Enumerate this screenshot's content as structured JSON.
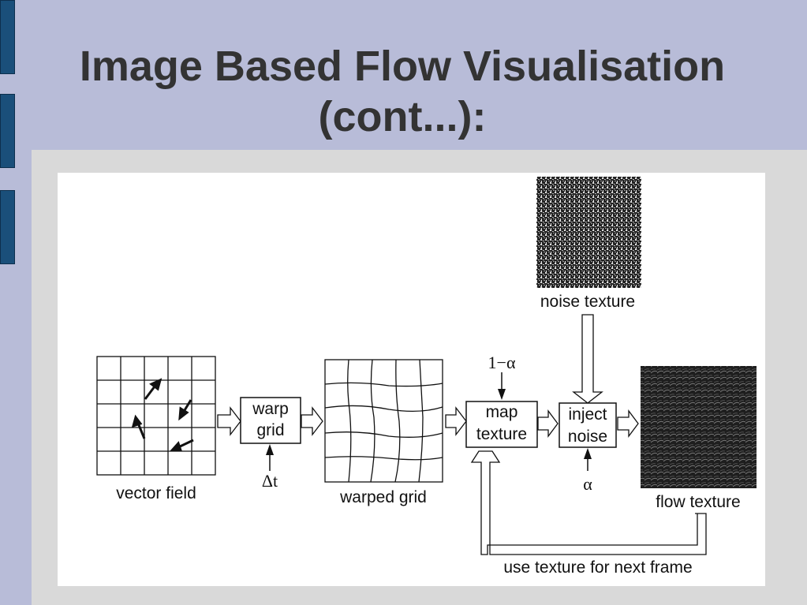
{
  "slide": {
    "title_line1": "Image Based Flow Visualisation",
    "title_line2": "(cont...):"
  },
  "diagram": {
    "noise_texture_label": "noise texture",
    "vector_field_label": "vector field",
    "warp_grid_line1": "warp",
    "warp_grid_line2": "grid",
    "delta_t_label": "Δt",
    "warped_grid_label": "warped grid",
    "one_minus_alpha_label": "1−α",
    "map_texture_line1": "map",
    "map_texture_line2": "texture",
    "inject_noise_line1": "inject",
    "inject_noise_line2": "noise",
    "alpha_label": "α",
    "flow_texture_label": "flow texture",
    "feedback_label": "use texture for next frame"
  }
}
